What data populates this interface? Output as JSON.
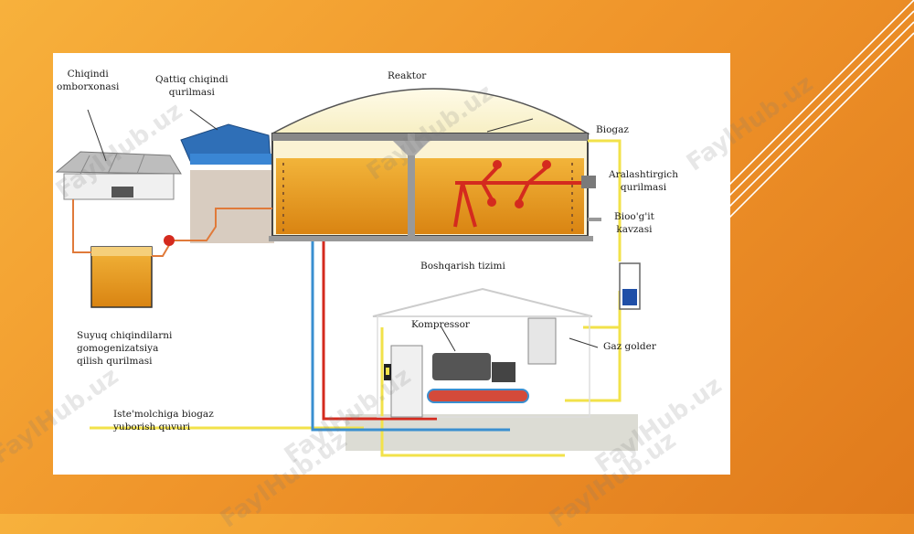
{
  "labels": {
    "waste_storage": "Chiqindi\nomborxonasi",
    "solid_waste_unit": "Qattiq chiqindi\nqurilmasi",
    "reactor": "Reaktor",
    "biogas": "Biogaz",
    "mixer": "Aralashtirgich\nqurilmasi",
    "bio_fertilizer": "Bioo'g'it\nkavzasi",
    "heating_system": "Boshqarish tizimi",
    "compressor": "Kompressor",
    "gas_holder": "Gaz golder",
    "liquid_waste_unit": "Suyuq chiqindilarni\ngomogenizatsiya\nqilish qurilmasi",
    "consumer_pipe": "Iste'molchiga biogaz\nyuborish quvuri"
  },
  "watermark": "FaylHub.uz",
  "colors": {
    "slide_accent": "#f0962b",
    "pipe_red": "#d42a1e",
    "pipe_blue": "#3a8fd0",
    "pipe_yellow": "#f2e24a",
    "substrate": "#e8a020"
  }
}
